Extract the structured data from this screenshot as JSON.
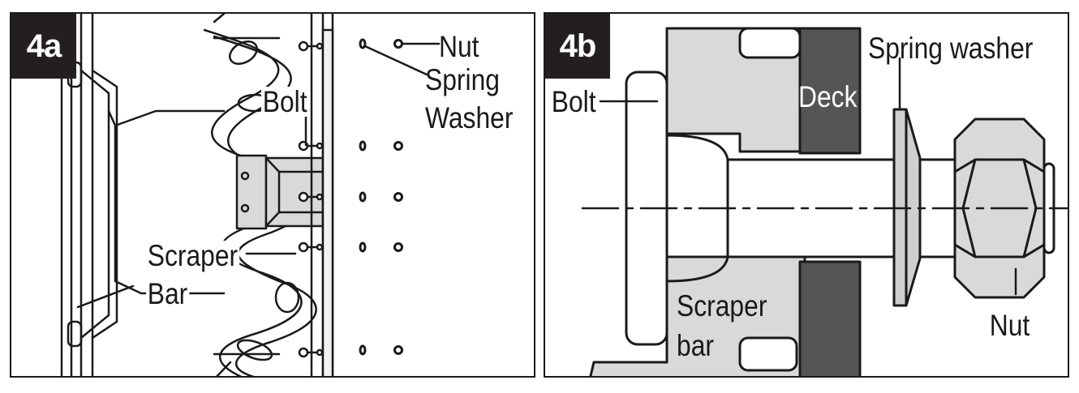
{
  "panels": [
    {
      "id": "4a",
      "badge": "4a",
      "labels": {
        "nut": "Nut",
        "spring_washer_line1": "Spring",
        "spring_washer_line2": "Washer",
        "bolt": "Bolt",
        "scraper_bar_line1": "Scraper",
        "scraper_bar_line2": "Bar"
      }
    },
    {
      "id": "4b",
      "badge": "4b",
      "labels": {
        "bolt": "Bolt",
        "deck": "Deck",
        "spring_washer": "Spring washer",
        "scraper_bar_line1": "Scraper",
        "scraper_bar_line2": "bar",
        "nut": "Nut"
      }
    }
  ],
  "colors": {
    "ink": "#1a1a1a",
    "badge": "#231f20",
    "light_gray": "#d9d9d9",
    "mid_gray": "#cfcfcf",
    "deck_dark": "#555555"
  }
}
